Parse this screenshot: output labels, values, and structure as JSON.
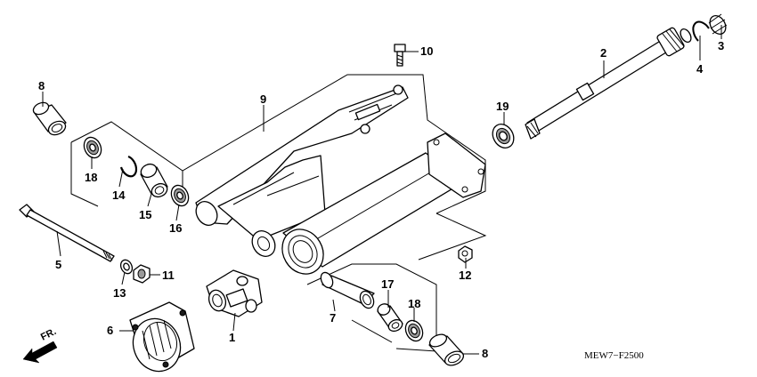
{
  "callouts": {
    "c1": "1",
    "c2": "2",
    "c3": "3",
    "c4": "4",
    "c5": "5",
    "c6": "6",
    "c7": "7",
    "c8a": "8",
    "c8b": "8",
    "c9": "9",
    "c10": "10",
    "c11": "11",
    "c12": "12",
    "c13": "13",
    "c14": "14",
    "c15": "15",
    "c16": "16",
    "c17": "17",
    "c18a": "18",
    "c18b": "18",
    "c19": "19"
  },
  "diagram_code": "MEW7−F2500",
  "direction_label": "FR.",
  "icons": [
    "front-direction-arrow-icon"
  ]
}
